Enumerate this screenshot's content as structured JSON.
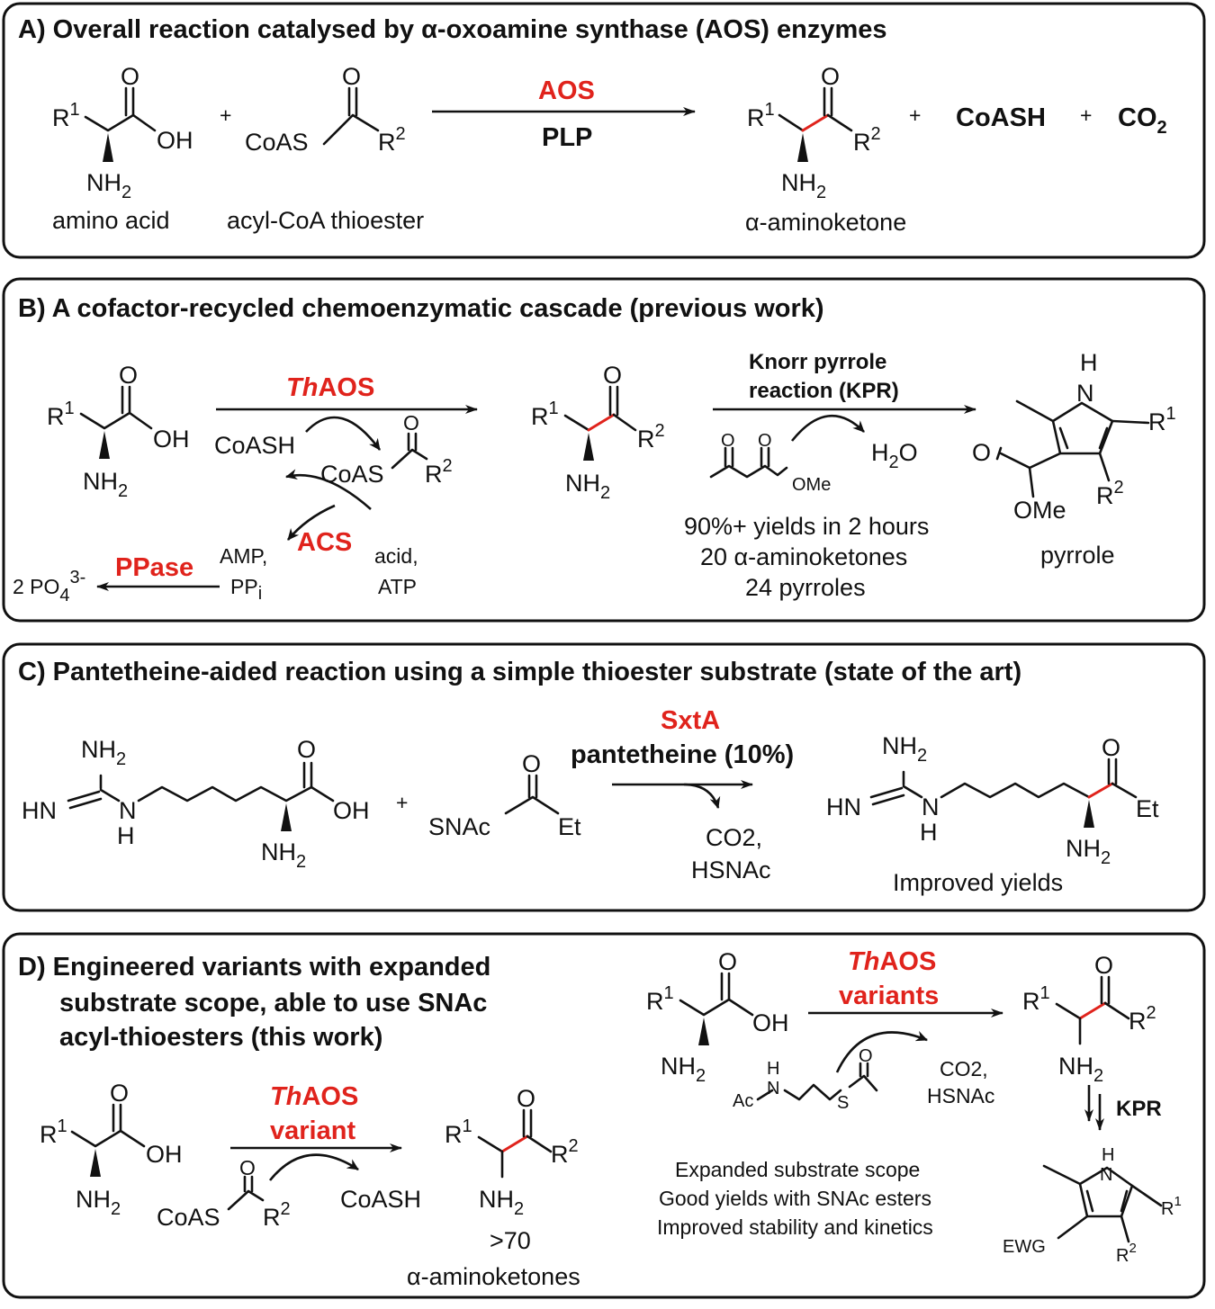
{
  "panelA": {
    "title": "A) Overall reaction catalysed by α-oxoamine synthase (AOS) enzymes",
    "enzyme": "AOS",
    "cofactor": "PLP",
    "amino_acid_label": "amino acid",
    "thioester_label": "acyl-CoA thioester",
    "product_label": "α-aminoketone",
    "byproduct1": "CoASH",
    "byproduct2": "CO",
    "byproduct2_sub": "2",
    "plus": "+"
  },
  "panelB": {
    "title": "B) A cofactor-recycled chemoenzymatic cascade (previous work)",
    "enzyme_italic": "Th",
    "enzyme_rest": "AOS",
    "coash": "CoASH",
    "acs": "ACS",
    "ppase": "PPase",
    "amp": "AMP,",
    "pp": "PP",
    "pp_sub": "i",
    "acid": "acid,",
    "atp": "ATP",
    "phosphate": "2 PO",
    "phosphate_sub": "4",
    "phosphate_sup": "3-",
    "kpr_line1": "Knorr pyrrole",
    "kpr_line2": "reaction (KPR)",
    "water": "H",
    "water_sub": "2",
    "water_o": "O",
    "ome": "OMe",
    "stats": [
      "90%+ yields in 2 hours",
      "20 α-aminoketones",
      "24 pyrroles"
    ],
    "pyrrole_label": "pyrrole"
  },
  "panelC": {
    "title": "C) Pantetheine-aided reaction using a simple thioester substrate (state of the art)",
    "enzyme": "SxtA",
    "additive": "pantetheine (10%)",
    "byproducts": [
      "CO2,",
      "HSNAc"
    ],
    "snac": "SNAc",
    "et": "Et",
    "hn": "HN",
    "product_label": "Improved yields"
  },
  "panelD": {
    "title_lines": [
      "D) Engineered variants with expanded",
      "substrate scope, able to use SNAc",
      "acyl-thioesters (this work)"
    ],
    "enzyme_italic": "Th",
    "enzyme_rest": "AOS",
    "variant": "variant",
    "variants": "variants",
    "coash": "CoASH",
    "count": ">70",
    "count_label": "α-aminoketones",
    "byproducts": [
      "CO2,",
      "HSNAc"
    ],
    "ac": "Ac",
    "kpr": "KPR",
    "features": [
      "Expanded substrate scope",
      "Good yields with SNAc esters",
      "Improved stability and kinetics"
    ],
    "ewg": "EWG"
  },
  "common": {
    "R": "R",
    "sup1": "1",
    "sup2": "2",
    "O": "O",
    "OH": "OH",
    "NH": "NH",
    "sub2": "2",
    "N": "N",
    "H": "H",
    "S": "S",
    "CoAS": "CoAS"
  },
  "colors": {
    "accent_red": "#e0231c",
    "ink": "#111111"
  }
}
